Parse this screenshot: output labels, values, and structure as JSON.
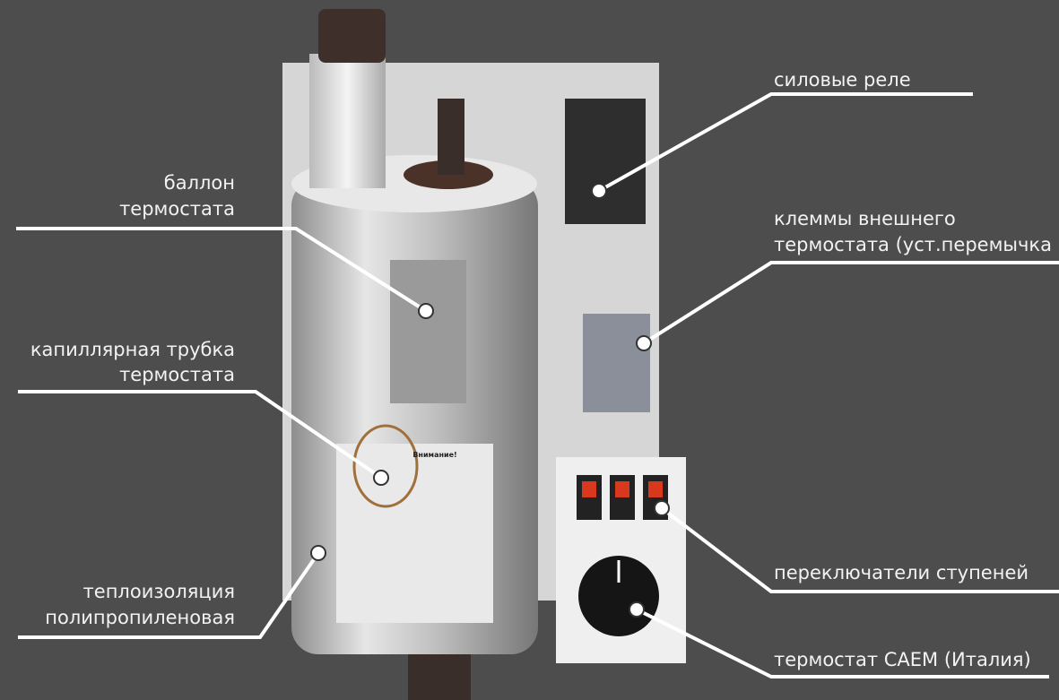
{
  "labels": {
    "relays": "силовые реле",
    "bulb_line1": "баллон",
    "bulb_line2": "термостата",
    "terminals_line1": "клеммы внешнего",
    "terminals_line2": "термостата (уст.перемычка",
    "capillary_line1": "капиллярная трубка",
    "capillary_line2": "термостата",
    "insulation_line1": "теплоизоляция",
    "insulation_line2": "полипропиленовая",
    "switches": "переключатели ступеней",
    "thermostat": "термостат CAEM (Италия)"
  },
  "warning_sticker": {
    "title": "Внимание!"
  },
  "colors": {
    "background": "#4d4d4d",
    "lines": "#ffffff",
    "switch": "#d9381e"
  }
}
